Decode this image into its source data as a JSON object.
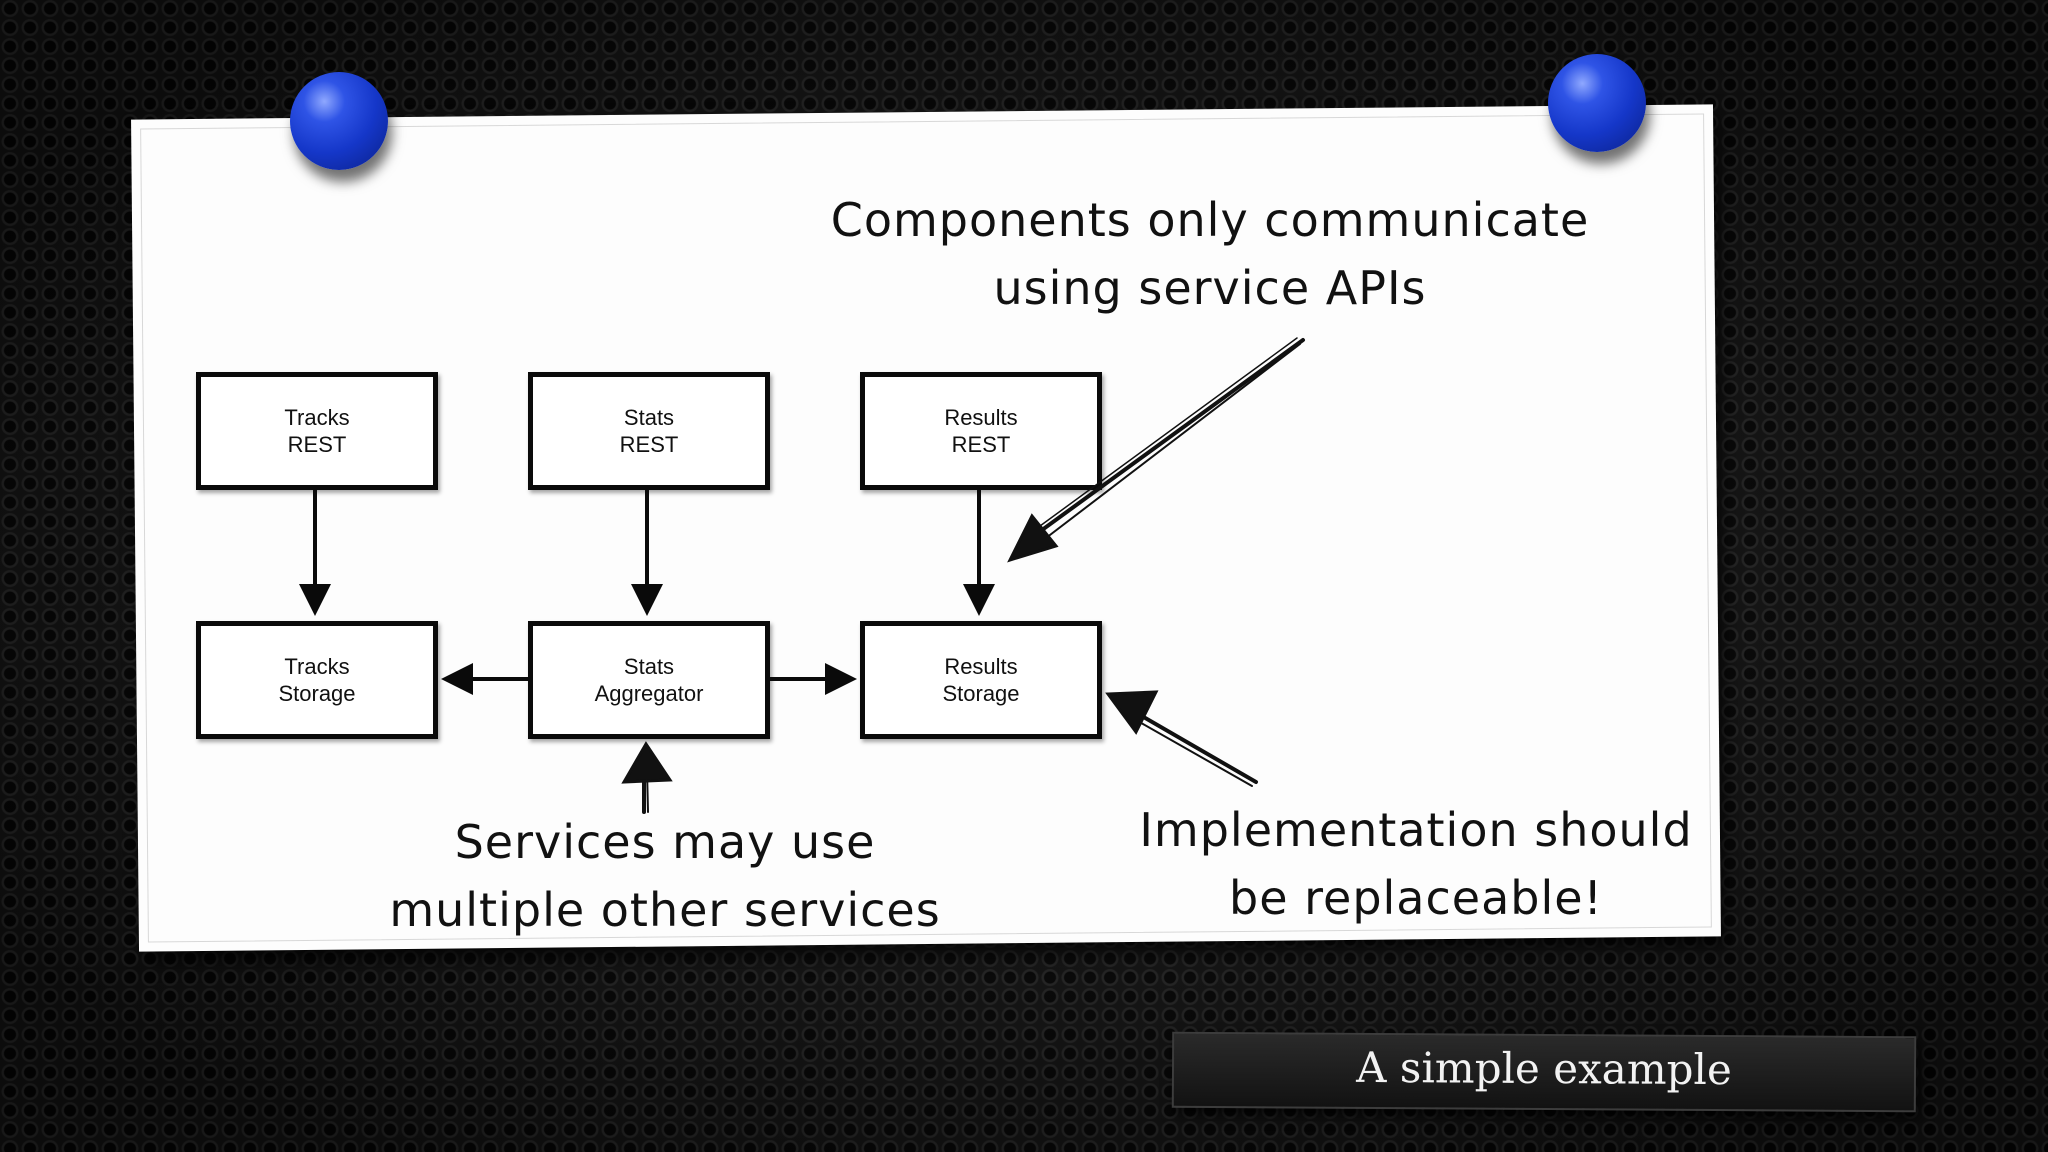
{
  "slide": {
    "caption": "A simple example"
  },
  "diagram": {
    "boxes": {
      "tracks_rest": "Tracks\nREST",
      "stats_rest": "Stats\nREST",
      "results_rest": "Results\nREST",
      "tracks_storage": "Tracks\nStorage",
      "stats_aggregator": "Stats\nAggregator",
      "results_storage": "Results\nStorage"
    },
    "notes": {
      "components": "Components only communicate\nusing service APIs",
      "services": "Services may use\nmultiple other services",
      "implementation": "Implementation should\nbe replaceable!"
    }
  },
  "colors": {
    "pin": "#1537c9",
    "paper": "#fdfdfd",
    "ink": "#0a0a0a"
  }
}
